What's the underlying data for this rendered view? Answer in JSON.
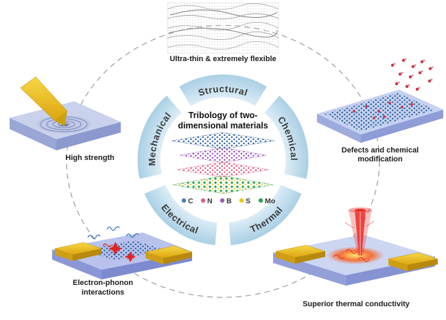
{
  "diagram": {
    "ring": {
      "segments": [
        "Structural",
        "Chemical",
        "Thermal",
        "Electrical",
        "Mechanical"
      ],
      "color_inner": "#e1f0f8",
      "color_outer": "#a9cfe4"
    },
    "center": {
      "title_line1": "Tribology of two-",
      "title_line2": "dimensional materials",
      "legend": [
        {
          "label": "C",
          "color": "#4a7ebb"
        },
        {
          "label": "N",
          "color": "#e0607e"
        },
        {
          "label": "B",
          "color": "#9b59b6"
        },
        {
          "label": "S",
          "color": "#f0c419"
        },
        {
          "label": "Mo",
          "color": "#2fa24b"
        }
      ]
    },
    "callouts": {
      "top": "Ultra-thin & extremely flexible",
      "left": "High strength",
      "right_line1": "Defects and chemical",
      "right_line2": "modification",
      "bottom_left_line1": "Electron-phonon",
      "bottom_left_line2": "interactions",
      "bottom_right": "Superior thermal conductivity"
    }
  }
}
